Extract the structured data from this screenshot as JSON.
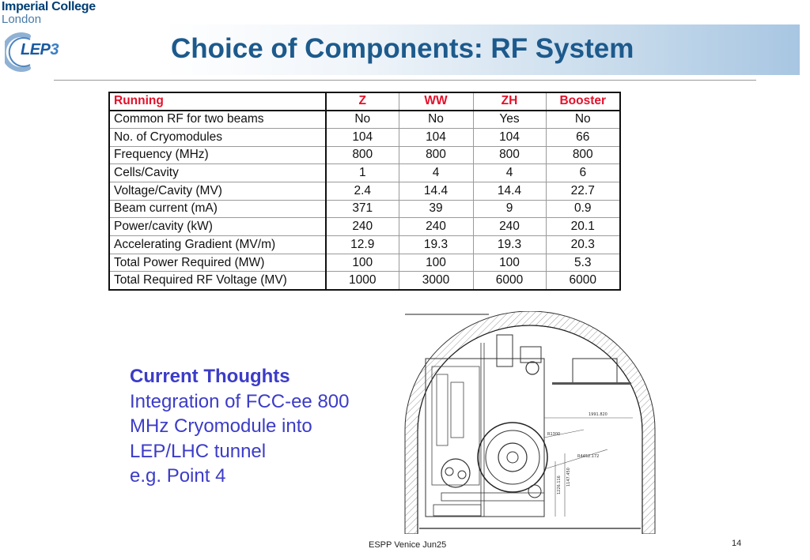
{
  "logo": {
    "line1": "Imperial College",
    "line2": "London",
    "lep_text": "LEP",
    "lep_num": "3"
  },
  "title": "Choice of Components: RF System",
  "table": {
    "headers": [
      "Running",
      "Z",
      "WW",
      "ZH",
      "Booster"
    ],
    "rows": [
      [
        "Common RF for two beams",
        "No",
        "No",
        "Yes",
        "No"
      ],
      [
        "No. of Cryomodules",
        "104",
        "104",
        "104",
        "66"
      ],
      [
        "Frequency (MHz)",
        "800",
        "800",
        "800",
        "800"
      ],
      [
        "Cells/Cavity",
        "1",
        "4",
        "4",
        "6"
      ],
      [
        "Voltage/Cavity (MV)",
        "2.4",
        "14.4",
        "14.4",
        "22.7"
      ],
      [
        "Beam current (mA)",
        "371",
        "39",
        "9",
        "0.9"
      ],
      [
        "Power/cavity (kW)",
        "240",
        "240",
        "240",
        "20.1"
      ],
      [
        "Accelerating Gradient (MV/m)",
        "12.9",
        "19.3",
        "19.3",
        "20.3"
      ],
      [
        "Total Power Required (MW)",
        "100",
        "100",
        "100",
        "5.3"
      ],
      [
        "Total Required RF Voltage (MV)",
        "1000",
        "3000",
        "6000",
        "6000"
      ]
    ]
  },
  "thoughts": {
    "heading": "Current Thoughts",
    "lines": [
      "Integration of FCC-ee 800",
      "MHz Cryomodule into",
      "LEP/LHC tunnel",
      "e.g. Point 4"
    ]
  },
  "drawing_labels": {
    "dim1": "1991.820",
    "dim2": "R1300",
    "dim3": "R4452.172",
    "dim4": "1147.450",
    "dim5": "1226.116"
  },
  "footer": {
    "text": "ESPP Venice Jun25",
    "page": "14"
  },
  "colors": {
    "title": "#1d5a8c",
    "table_header": "#e3102a",
    "thoughts": "#3c3cc8"
  }
}
